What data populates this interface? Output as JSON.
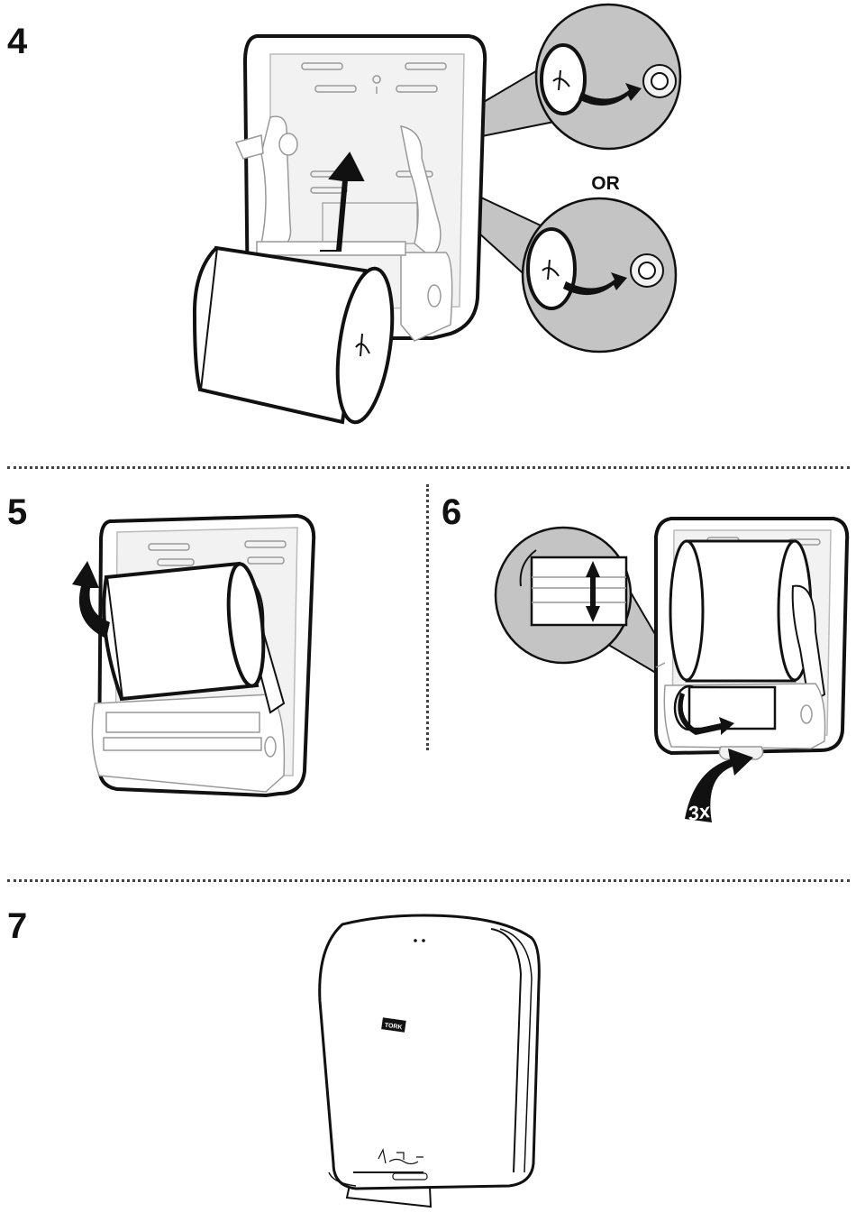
{
  "steps": [
    {
      "number": "4",
      "or_label": "OR"
    },
    {
      "number": "5"
    },
    {
      "number": "6",
      "press_count": "3x"
    },
    {
      "number": "7",
      "brand_badge": "TORK"
    }
  ],
  "colors": {
    "ink": "#111111",
    "callout_fill": "#c4c4c4",
    "dispenser_interior": "#f2f2f2",
    "white": "#ffffff"
  },
  "icons": [
    "rotate-arrow-icon",
    "up-arrow-icon",
    "double-arrow-icon",
    "curved-arrow-icon"
  ]
}
